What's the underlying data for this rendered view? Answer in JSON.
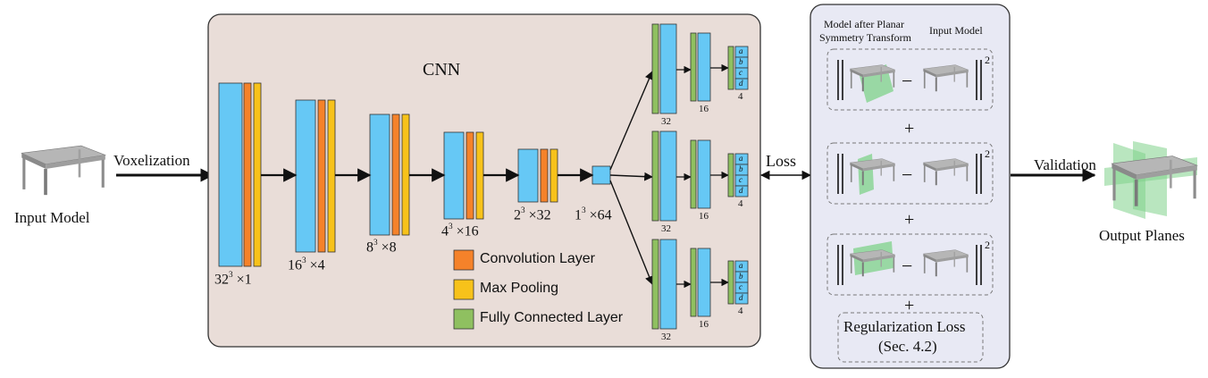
{
  "colors": {
    "cnn_panel_fill": "#e9ddd8",
    "loss_panel_fill": "#e8e9f4",
    "conv_layer": "#f5822a",
    "max_pooling": "#f7c21a",
    "fully_connected": "#8fc060",
    "feature_block": "#66c8f5",
    "table_gray": "#8e8e8e",
    "plane_green": "#7fd28a"
  },
  "input": {
    "label": "Input Model"
  },
  "arrows": {
    "voxelization": "Voxelization",
    "loss": "Loss",
    "validation": "Validation"
  },
  "cnn": {
    "title": "CNN",
    "layers": [
      {
        "base": "32",
        "exp": "3",
        "suffix": " ×1"
      },
      {
        "base": "16",
        "exp": "3",
        "suffix": " ×4"
      },
      {
        "base": "8",
        "exp": "3",
        "suffix": " ×8"
      },
      {
        "base": "4",
        "exp": "3",
        "suffix": " ×16"
      },
      {
        "base": "2",
        "exp": "3",
        "suffix": " ×32"
      },
      {
        "base": "1",
        "exp": "3",
        "suffix": " ×64"
      }
    ],
    "legend": [
      {
        "label": "Convolution Layer",
        "color": "#f5822a"
      },
      {
        "label": "Max Pooling",
        "color": "#f7c21a"
      },
      {
        "label": "Fully Connected Layer",
        "color": "#8fc060"
      }
    ],
    "branches": [
      {
        "sizes": [
          "32",
          "16",
          "4"
        ],
        "outputs": [
          "a",
          "b",
          "c",
          "d"
        ]
      },
      {
        "sizes": [
          "32",
          "16",
          "4"
        ],
        "outputs": [
          "a",
          "b",
          "c",
          "d"
        ]
      },
      {
        "sizes": [
          "32",
          "16",
          "4"
        ],
        "outputs": [
          "a",
          "b",
          "c",
          "d"
        ]
      }
    ]
  },
  "loss_panel": {
    "header_left": "Model after Planar Symmetry Transform",
    "header_left_line1": "Model after Planar",
    "header_left_line2": "Symmetry Transform",
    "header_right": "Input Model",
    "minus": "−",
    "plus": "+",
    "exponent": "2",
    "regularization_line1": "Regularization Loss",
    "regularization_line2": "(Sec. 4.2)"
  },
  "output": {
    "label": "Output Planes"
  }
}
